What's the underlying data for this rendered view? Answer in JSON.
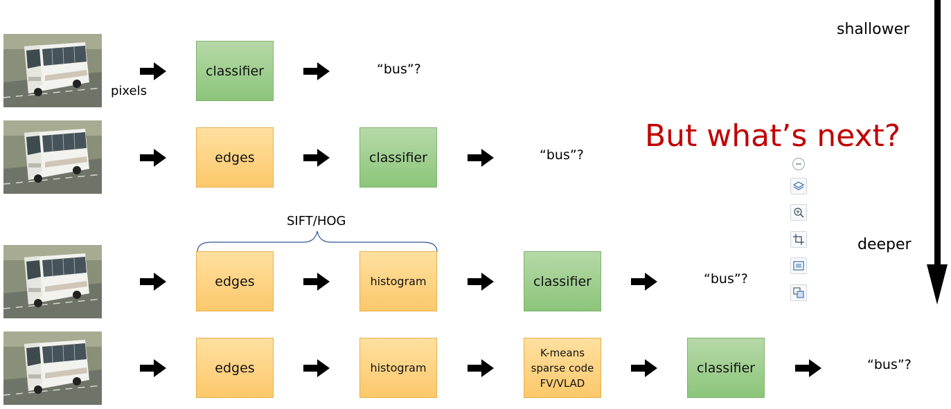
{
  "labels": {
    "pixels": "pixels",
    "shallower": "shallower",
    "deeper": "deeper",
    "sift_hog": "SIFT/HOG",
    "headline": "But what’s next?"
  },
  "rows": [
    {
      "boxes": [
        "classifier"
      ],
      "output": "“bus”?"
    },
    {
      "boxes": [
        "edges",
        "classifier"
      ],
      "output": "“bus”?"
    },
    {
      "boxes": [
        "edges",
        "histogram",
        "classifier"
      ],
      "output": "“bus”?"
    },
    {
      "boxes": [
        "edges",
        "histogram",
        "K-means\nsparse code\nFV/VLAD",
        "classifier"
      ],
      "output": "“bus”?"
    }
  ],
  "toolbar": {
    "icons": [
      "collapse-icon",
      "layers-icon",
      "zoom-in-icon",
      "crop-icon",
      "fit-image-icon",
      "compare-icon"
    ]
  },
  "colors": {
    "classifier_fill": "#9fcf8c",
    "feature_fill": "#fdd27f",
    "headline": "#c00000"
  }
}
